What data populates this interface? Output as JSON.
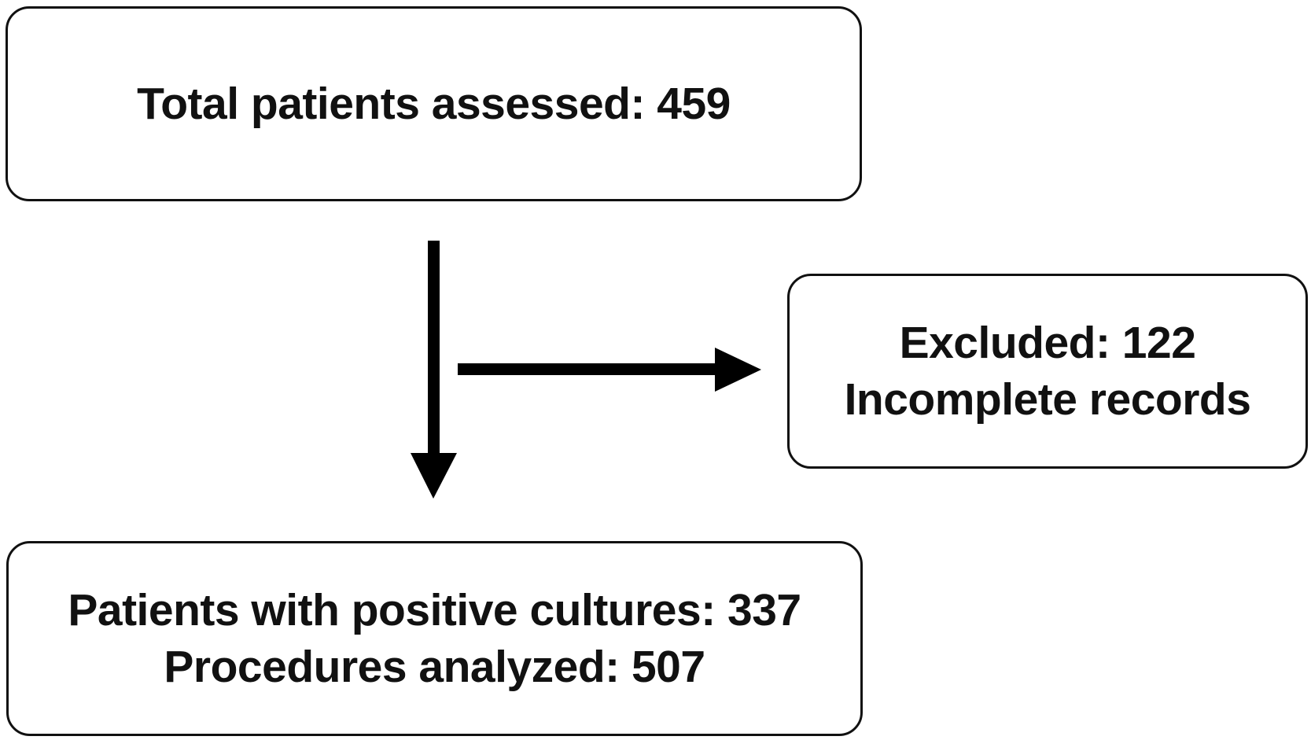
{
  "diagram": {
    "total_box": {
      "text": "Total patients assessed: 459"
    },
    "excluded_box": {
      "line1": "Excluded: 122",
      "line2": "Incomplete records"
    },
    "final_box": {
      "line1": "Patients with positive cultures: 337",
      "line2": "Procedures analyzed: 507"
    },
    "edges": [
      {
        "from": "total_box",
        "to": "final_box",
        "direction": "down"
      },
      {
        "from": "main_flow",
        "to": "excluded_box",
        "direction": "right"
      }
    ]
  }
}
